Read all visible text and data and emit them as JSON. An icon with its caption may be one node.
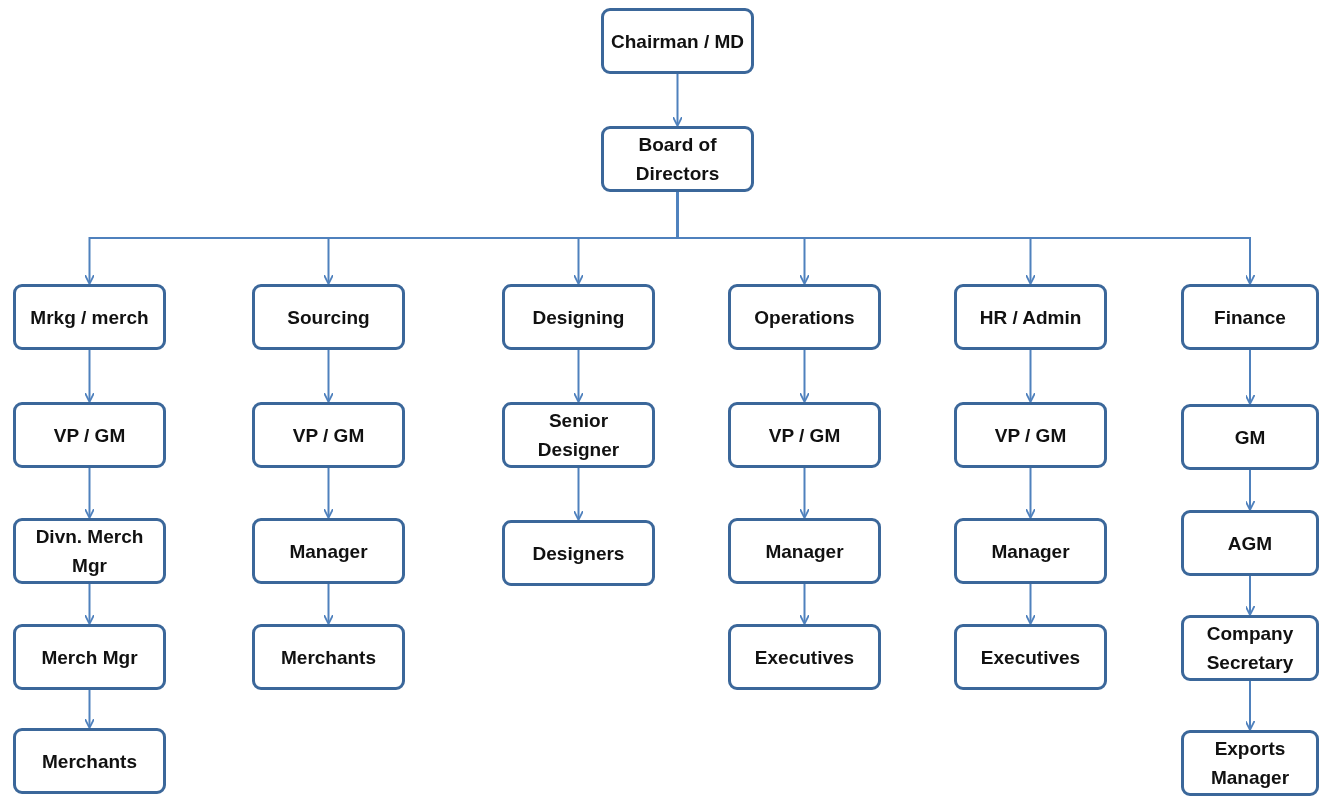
{
  "diagram": {
    "nodes": [
      {
        "text": [
          "Chairman / MD"
        ]
      },
      {
        "text": [
          "Board of Directors"
        ]
      },
      {
        "text": [
          "Mrkg / merch"
        ]
      },
      {
        "text": [
          "Sourcing"
        ]
      },
      {
        "text": [
          "Designing"
        ]
      },
      {
        "text": [
          "Operations"
        ]
      },
      {
        "text": [
          "HR / Admin"
        ]
      },
      {
        "text": [
          "Finance"
        ]
      },
      {
        "text": [
          "VP / GM"
        ]
      },
      {
        "text": [
          "Divn. Merch Mgr"
        ]
      },
      {
        "text": [
          "Merch Mgr"
        ]
      },
      {
        "text": [
          "Merchants"
        ]
      },
      {
        "text": [
          "VP / GM"
        ]
      },
      {
        "text": [
          "Manager"
        ]
      },
      {
        "text": [
          "Merchants"
        ]
      },
      {
        "text": [
          "Senior Designer"
        ]
      },
      {
        "text": [
          "Designers"
        ]
      },
      {
        "text": [
          "VP / GM"
        ]
      },
      {
        "text": [
          "Manager"
        ]
      },
      {
        "text": [
          "Executives"
        ]
      },
      {
        "text": [
          "VP / GM"
        ]
      },
      {
        "text": [
          "Manager"
        ]
      },
      {
        "text": [
          "Executives"
        ]
      },
      {
        "text": [
          "GM"
        ]
      },
      {
        "text": [
          "AGM"
        ]
      },
      {
        "text": [
          "Company Secretary"
        ]
      },
      {
        "text": [
          "Exports Manager"
        ]
      }
    ],
    "edges": [
      {
        "from": 0,
        "to": 1,
        "arrow": "to"
      },
      {
        "from": 1,
        "to": 2,
        "arrow": "to"
      },
      {
        "from": 1,
        "to": 3,
        "arrow": "to"
      },
      {
        "from": 1,
        "to": 4,
        "arrow": "to"
      },
      {
        "from": 1,
        "to": 5,
        "arrow": "to"
      },
      {
        "from": 1,
        "to": 6,
        "arrow": "to"
      },
      {
        "from": 1,
        "to": 7,
        "arrow": "to"
      },
      {
        "from": 2,
        "to": 8,
        "arrow": "to"
      },
      {
        "from": 8,
        "to": 9,
        "arrow": "to"
      },
      {
        "from": 9,
        "to": 10,
        "arrow": "to"
      },
      {
        "from": 10,
        "to": 11,
        "arrow": "to"
      },
      {
        "from": 3,
        "to": 12,
        "arrow": "to"
      },
      {
        "from": 12,
        "to": 13,
        "arrow": "to"
      },
      {
        "from": 13,
        "to": 14,
        "arrow": "to"
      },
      {
        "from": 4,
        "to": 15,
        "arrow": "to"
      },
      {
        "from": 15,
        "to": 16,
        "arrow": "to"
      },
      {
        "from": 5,
        "to": 17,
        "arrow": "to"
      },
      {
        "from": 17,
        "to": 18,
        "arrow": "to"
      },
      {
        "from": 18,
        "to": 19,
        "arrow": "to"
      },
      {
        "from": 6,
        "to": 20,
        "arrow": "to"
      },
      {
        "from": 20,
        "to": 21,
        "arrow": "to"
      },
      {
        "from": 21,
        "to": 22,
        "arrow": "to"
      },
      {
        "from": 7,
        "to": 23,
        "arrow": "to"
      },
      {
        "from": 23,
        "to": 24,
        "arrow": "to"
      },
      {
        "from": 24,
        "to": 25,
        "arrow": "to"
      },
      {
        "from": 25,
        "to": 26,
        "arrow": "to"
      }
    ]
  }
}
